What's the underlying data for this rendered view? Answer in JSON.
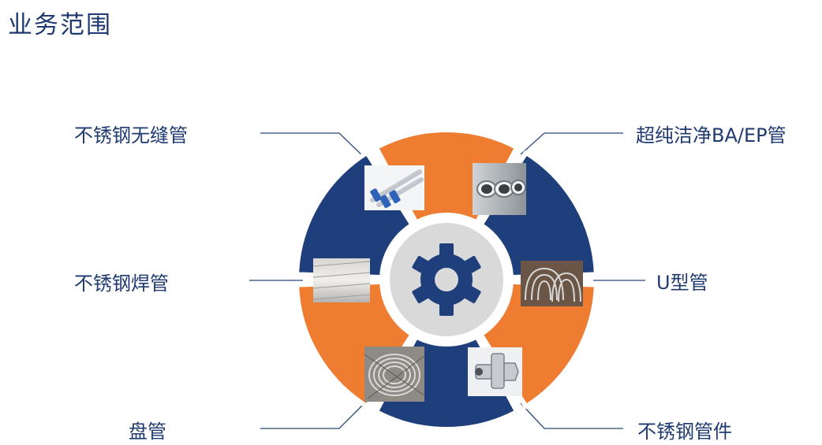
{
  "title": "业务范围",
  "colors": {
    "orange": "#ee7d31",
    "navy": "#1e3f7c",
    "hub": "#d9d9d9",
    "line": "#2b4a7a"
  },
  "center_icon": "gear-icon",
  "segments": [
    {
      "id": "seamless",
      "label": "不锈钢无缝管",
      "color": "orange",
      "photo": "steel tubes with blue end caps"
    },
    {
      "id": "ba-ep",
      "label": "超纯洁净BA/EP管",
      "color": "navy",
      "photo": "polished tube bores"
    },
    {
      "id": "u-tube",
      "label": "U型管",
      "color": "orange",
      "photo": "bundle of U-bent tubes"
    },
    {
      "id": "fittings",
      "label": "不锈钢管件",
      "color": "navy",
      "photo": "tube fitting connector"
    },
    {
      "id": "coil",
      "label": "盘管",
      "color": "orange",
      "photo": "coiled tubing"
    },
    {
      "id": "welded",
      "label": "不锈钢焊管",
      "color": "navy",
      "photo": "stack of welded tubes"
    }
  ]
}
